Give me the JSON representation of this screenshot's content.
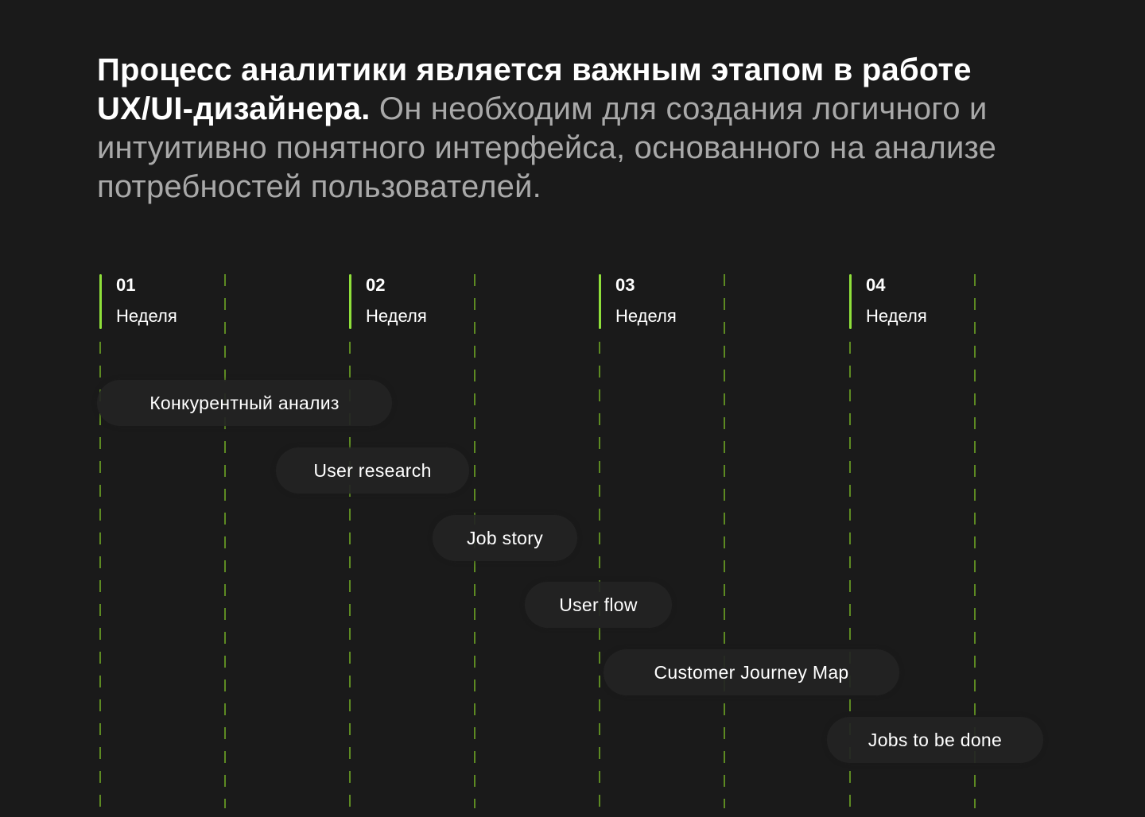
{
  "intro": {
    "lead": "Процесс аналитики является важным этапом в работе UX/UI-дизайнера.",
    "rest": " Он необходим для создания логичного и интуитивно понятного интерфейса, основанного на анализе потребностей пользователей."
  },
  "colors": {
    "background": "#1a1a1a",
    "accent": "#8fe03a",
    "dash": "#5d8a22",
    "pill": "#242424",
    "text_primary": "#ffffff",
    "text_muted": "#a9a9a9"
  },
  "weeks": [
    {
      "number": "01",
      "label": "Неделя"
    },
    {
      "number": "02",
      "label": "Неделя"
    },
    {
      "number": "03",
      "label": "Неделя"
    },
    {
      "number": "04",
      "label": "Неделя"
    }
  ],
  "tasks": [
    {
      "label": "Конкурентный анализ"
    },
    {
      "label": "User research"
    },
    {
      "label": "Job story"
    },
    {
      "label": "User flow"
    },
    {
      "label": "Customer Journey Map"
    },
    {
      "label": "Jobs to be done"
    }
  ]
}
